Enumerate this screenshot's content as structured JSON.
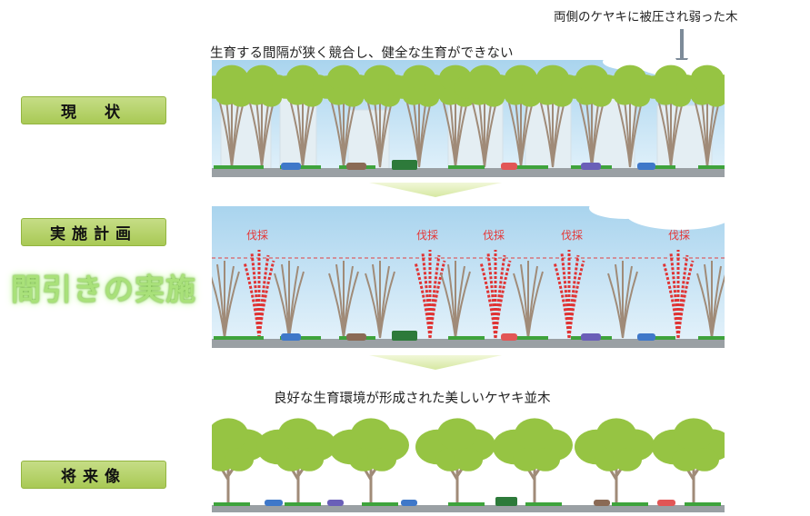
{
  "stages": {
    "current": "現　状",
    "plan": "実施計画",
    "future": "将来像"
  },
  "annotations": {
    "oppressed_tree": "両側のケヤキに被圧され弱った木",
    "competition": "生育する間隔が狭く競合し、健全な生育ができない",
    "future_caption": "良好な生育環境が形成された美しいケヤキ並木"
  },
  "highlight": "間引きの実施",
  "cut_label": "伐採",
  "cut_labels": [
    "伐採",
    "伐採",
    "伐採",
    "伐採",
    "伐採"
  ],
  "colors": {
    "sky": "#bfe0f3",
    "foliage": "#96c443",
    "trunk": "#a08b78",
    "cut_trunk": "#e03333",
    "ground": "#9aa0a4",
    "label_green": "#b3d069"
  }
}
